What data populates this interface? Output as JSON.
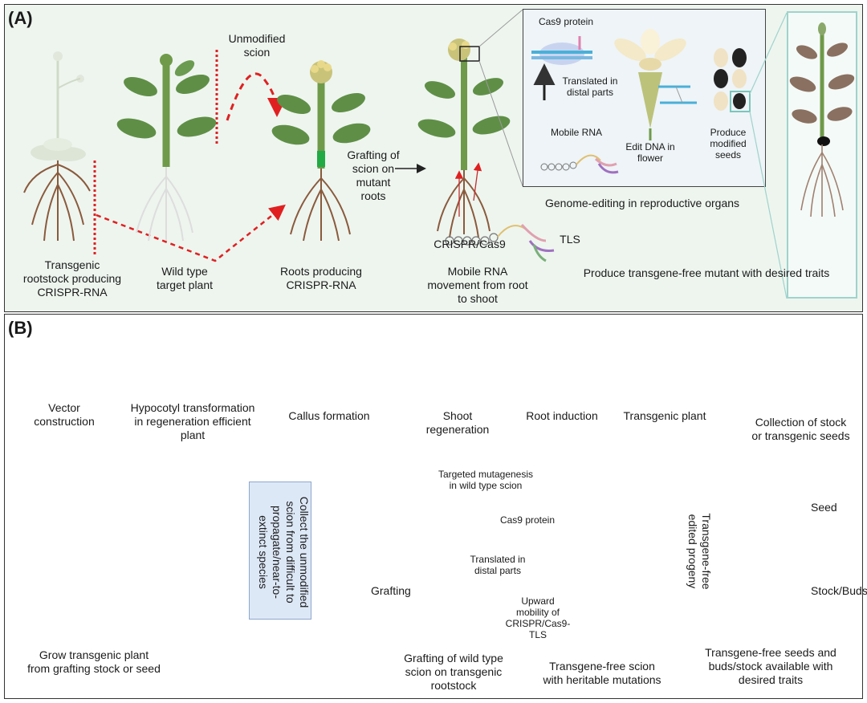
{
  "panel_a": {
    "label": "(A)",
    "unmodified_scion": [
      "Unmodified",
      "scion"
    ],
    "transgenic_rootstock": [
      "Transgenic",
      "rootstock producing",
      "CRISPR-RNA"
    ],
    "wild_type": [
      "Wild type",
      "target plant"
    ],
    "roots_producing": [
      "Roots producing",
      "CRISPR-RNA"
    ],
    "grafting_scion": [
      "Grafting of",
      "scion on",
      "mutant",
      "roots"
    ],
    "crispr_cas9": "CRISPR/Cas9",
    "tls": "TLS",
    "mobile_rna_movement": [
      "Mobile RNA",
      "movement from root",
      "to shoot"
    ],
    "produce_mutant": "Produce transgene-free mutant with desired traits",
    "genome_editing": "Genome-editing in reproductive organs",
    "inset": {
      "cas9_protein": "Cas9 protein",
      "translated": [
        "Translated in",
        "distal parts"
      ],
      "mobile_rna": "Mobile RNA",
      "edit_dna": [
        "Edit DNA in",
        "flower"
      ],
      "produce_seeds": [
        "Produce",
        "modified",
        "seeds"
      ]
    }
  },
  "panel_b": {
    "label": "(B)",
    "steps": [
      [
        "Vector",
        "construction"
      ],
      [
        "Hypocotyl transformation",
        "in regeneration efficient",
        "plant"
      ],
      [
        "Callus formation"
      ],
      [
        "Shoot",
        "regeneration"
      ],
      [
        "Root induction"
      ],
      [
        "Transgenic plant"
      ],
      [
        "Collection of stock",
        "or transgenic  seeds"
      ]
    ],
    "grow_transgenic": [
      "Grow transgenic plant",
      "from grafting stock or seed"
    ],
    "collect_box": [
      "Collect the unmodified",
      "scion from difficult to",
      "propagate/near-to-",
      "extinct species"
    ],
    "grafting": "Grafting",
    "targeted_mutagenesis": [
      "Targeted mutagenesis",
      "in wild type scion"
    ],
    "cas9_protein": "Cas9 protein",
    "translated": [
      "Translated in",
      "distal parts"
    ],
    "upward_mobility": [
      "Upward",
      "mobility of",
      "CRISPR/Cas9-",
      "TLS"
    ],
    "grafting_wild_type": [
      "Grafting of wild type",
      "scion on transgenic",
      "rootstock"
    ],
    "transgene_free_scion": [
      "Transgene-free scion",
      "with heritable mutations"
    ],
    "edited_progeny": [
      "Transgene-free",
      "edited progeny"
    ],
    "seed": "Seed",
    "stock_buds": "Stock/Buds",
    "final": [
      "Transgene-free seeds and",
      "buds/stock available with",
      "desired traits"
    ]
  },
  "colors": {
    "panel_a_bg": "#eef5ef",
    "red_arrow": "#e02020",
    "stem_green": "#6f9a4a",
    "leaf_green": "#5f8f46",
    "root_brown": "#8a5a3c",
    "pot": "#c97f5a",
    "bark": "#b9a26b",
    "tree_orange": "#f08a1c"
  }
}
